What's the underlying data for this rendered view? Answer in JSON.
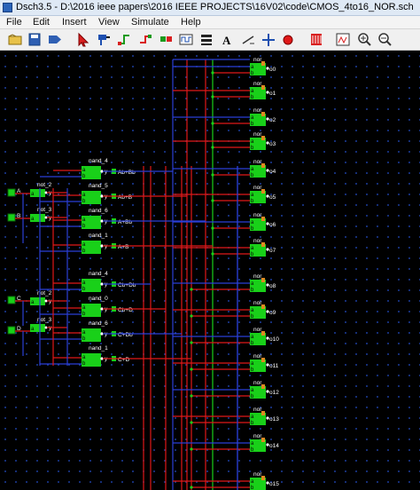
{
  "window": {
    "title": "Dsch3.5 - D:\\2016 ieee papers\\2016 IEEE PROJECTS\\16V02\\code\\CMOS_4to16_NOR.sch"
  },
  "menu": [
    "File",
    "Edit",
    "Insert",
    "View",
    "Simulate",
    "Help"
  ],
  "toolbar": [
    {
      "name": "open-icon"
    },
    {
      "name": "save-icon"
    },
    {
      "name": "run-icon"
    },
    {
      "name": "pointer-icon"
    },
    {
      "name": "probe-icon"
    },
    {
      "name": "wire-icon"
    },
    {
      "name": "connect-icon"
    },
    {
      "name": "button-icon"
    },
    {
      "name": "clock-icon"
    },
    {
      "name": "bus-icon"
    },
    {
      "name": "text-icon"
    },
    {
      "name": "line-icon"
    },
    {
      "name": "move-icon"
    },
    {
      "name": "simulate-icon"
    },
    {
      "name": "chronogram-icon"
    },
    {
      "name": "timing-icon"
    },
    {
      "name": "zoom-in-icon"
    },
    {
      "name": "zoom-out-icon"
    }
  ],
  "schematic": {
    "inputs": [
      "A",
      "B",
      "C",
      "D"
    ],
    "nots": [
      {
        "label": "not_2",
        "pin_in": "a",
        "pin_out": "y"
      },
      {
        "label": "not_3",
        "pin_in": "a",
        "pin_out": "y"
      },
      {
        "label": "not_2",
        "pin_in": "a",
        "pin_out": "y"
      },
      {
        "label": "not_3",
        "pin_in": "a",
        "pin_out": "y"
      }
    ],
    "nands": [
      {
        "label": "nand_4",
        "out": "Ab+Bb"
      },
      {
        "label": "nand_5",
        "out": "Ab+B"
      },
      {
        "label": "nand_6",
        "out": "A+Bb"
      },
      {
        "label": "nand_1",
        "out": "A+B"
      },
      {
        "label": "nand_4",
        "out": "Cb+Db"
      },
      {
        "label": "nand_0",
        "out": "Cb+D"
      },
      {
        "label": "nand_6",
        "out": "C+Db"
      },
      {
        "label": "nand_1",
        "out": "C+D"
      }
    ],
    "pins": {
      "a": "a",
      "b": "b",
      "y": "y"
    },
    "nor_label": "nor",
    "outputs": [
      "o0",
      "o1",
      "o2",
      "o3",
      "o4",
      "o5",
      "o6",
      "o7",
      "o8",
      "o9",
      "o10",
      "o11",
      "o12",
      "o13",
      "o14",
      "o15"
    ]
  }
}
